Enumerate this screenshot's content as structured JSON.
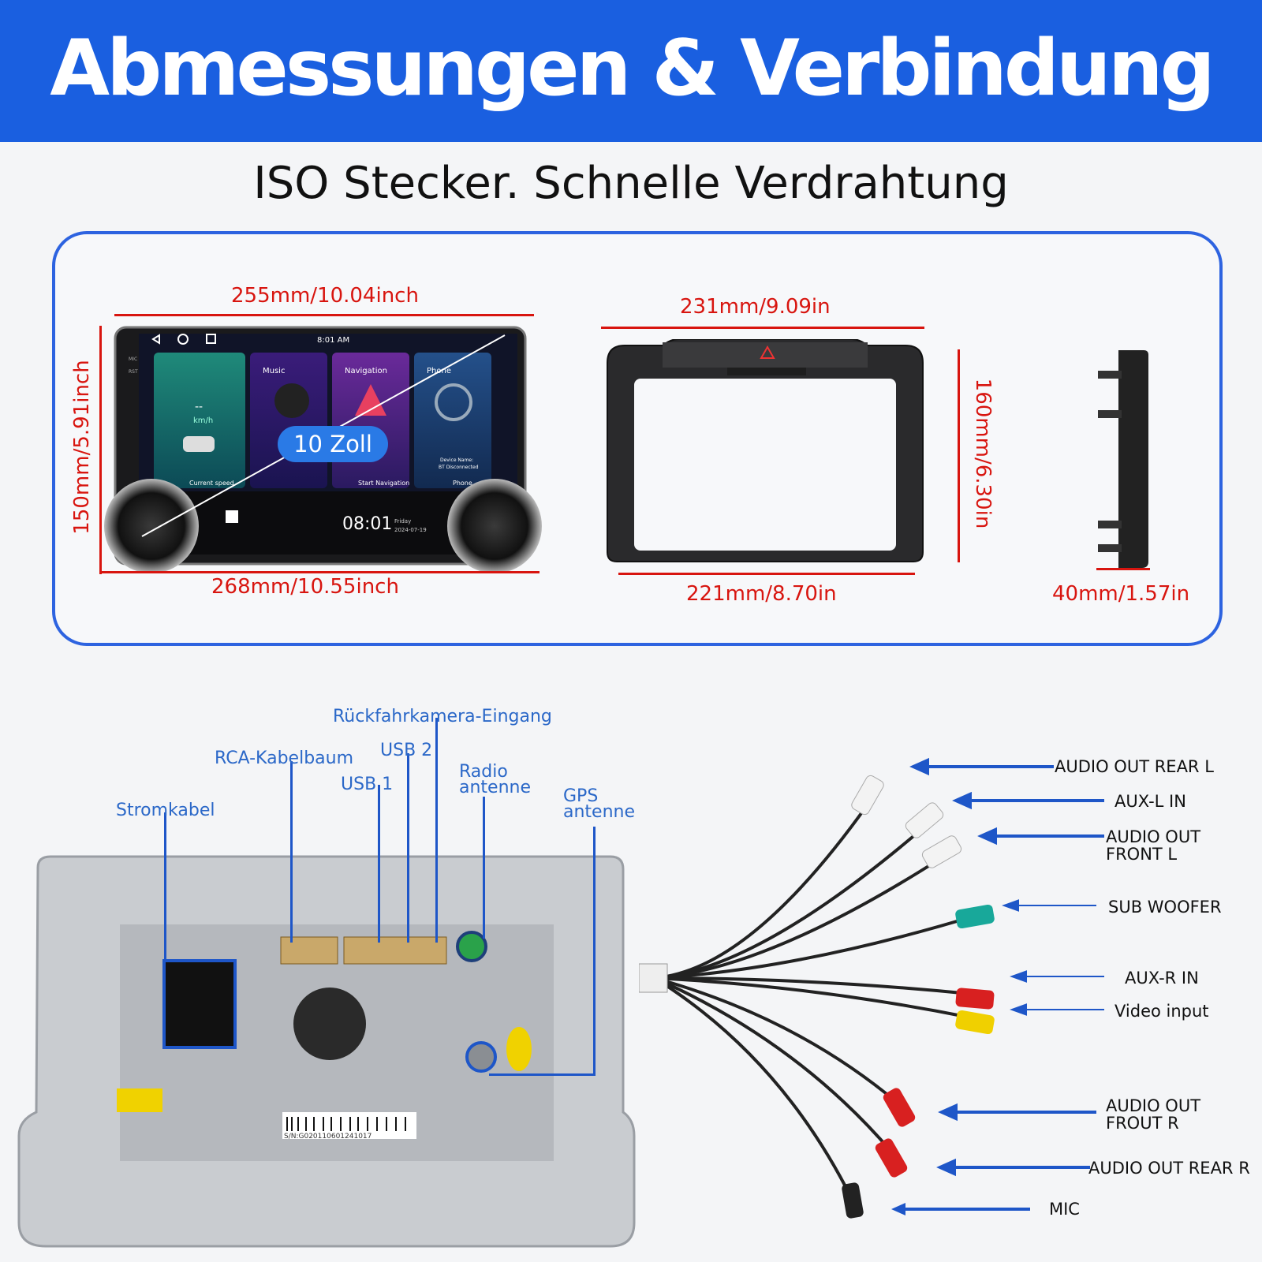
{
  "header": {
    "title": "Abmessungen & Verbindung",
    "subtitle": "ISO Stecker. Schnelle Verdrahtung"
  },
  "dimensions": {
    "screen_width_top": "255mm/10.04inch",
    "screen_height": "150mm/5.91inch",
    "screen_width_bottom": "268mm/10.55inch",
    "frame_width_top": "231mm/9.09in",
    "frame_height": "160mm/6.30in",
    "frame_width_bottom": "221mm/8.70in",
    "depth": "40mm/1.57in"
  },
  "screen": {
    "badge": "10 Zoll",
    "status_time": "8:01 AM",
    "clock": "08:01",
    "day": "Friday",
    "date": "2024-07-19",
    "speed_unit": "km/h",
    "speed_value": "--",
    "tiles": {
      "music": "Music",
      "navigation": "Navigation",
      "phone": "Phone",
      "current_speed": "Current speed",
      "start_navigation": "Start Navigation",
      "phone_bottom": "Phone",
      "device_name": "Device Name:",
      "bt_status": "BT Disconnected"
    },
    "side_labels": [
      "MIC",
      "RST"
    ]
  },
  "back_panel": {
    "labels": {
      "rear_camera": "Rückfahrkamera-Eingang",
      "rca": "RCA-Kabelbaum",
      "usb2": "USB 2",
      "usb1": "USB 1",
      "radio_line1": "Radio",
      "radio_line2": "antenne",
      "gps_line1": "GPS",
      "gps_line2": "antenne",
      "power": "Stromkabel"
    },
    "serial": "S/N:G02011060124101​7"
  },
  "wires": {
    "audio_out_rear_l": "AUDIO OUT REAR L",
    "aux_l_in": "AUX-L IN",
    "audio_out_front_l_1": "AUDIO OUT",
    "audio_out_front_l_2": "FRONT L",
    "sub_woofer": "SUB WOOFER",
    "aux_r_in": "AUX-R IN",
    "video_input": "Video input",
    "audio_out_front_r_1": "AUDIO OUT",
    "audio_out_front_r_2": "FROUT R",
    "audio_out_rear_r": "AUDIO OUT REAR R",
    "mic": "MIC"
  },
  "colors": {
    "banner": "#1a5fe0",
    "dimension_red": "#d8150f",
    "label_blue": "#2b68c8",
    "panel_border": "#2d63e0"
  }
}
